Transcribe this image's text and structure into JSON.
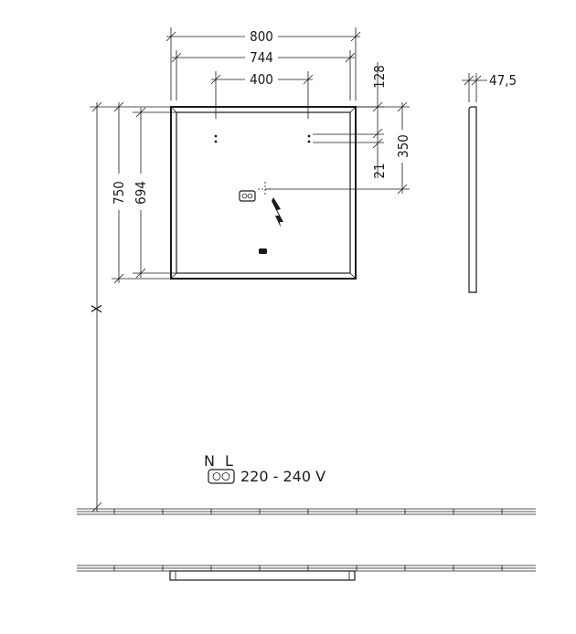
{
  "dimensions": {
    "width_outer": "800",
    "width_inner": "744",
    "spacing": "400",
    "top_offset": "128",
    "height_outer": "750",
    "height_inner": "694",
    "small_offset": "21",
    "vertical_distance": "350",
    "depth": "47,5",
    "floor_height": "X"
  },
  "power": {
    "n_label": "N",
    "l_label": "L",
    "voltage": "220 - 240 V"
  },
  "icons": [
    "lightning-bolt-icon",
    "power-socket-icon",
    "sensor-icon",
    "mounting-point-icon"
  ]
}
